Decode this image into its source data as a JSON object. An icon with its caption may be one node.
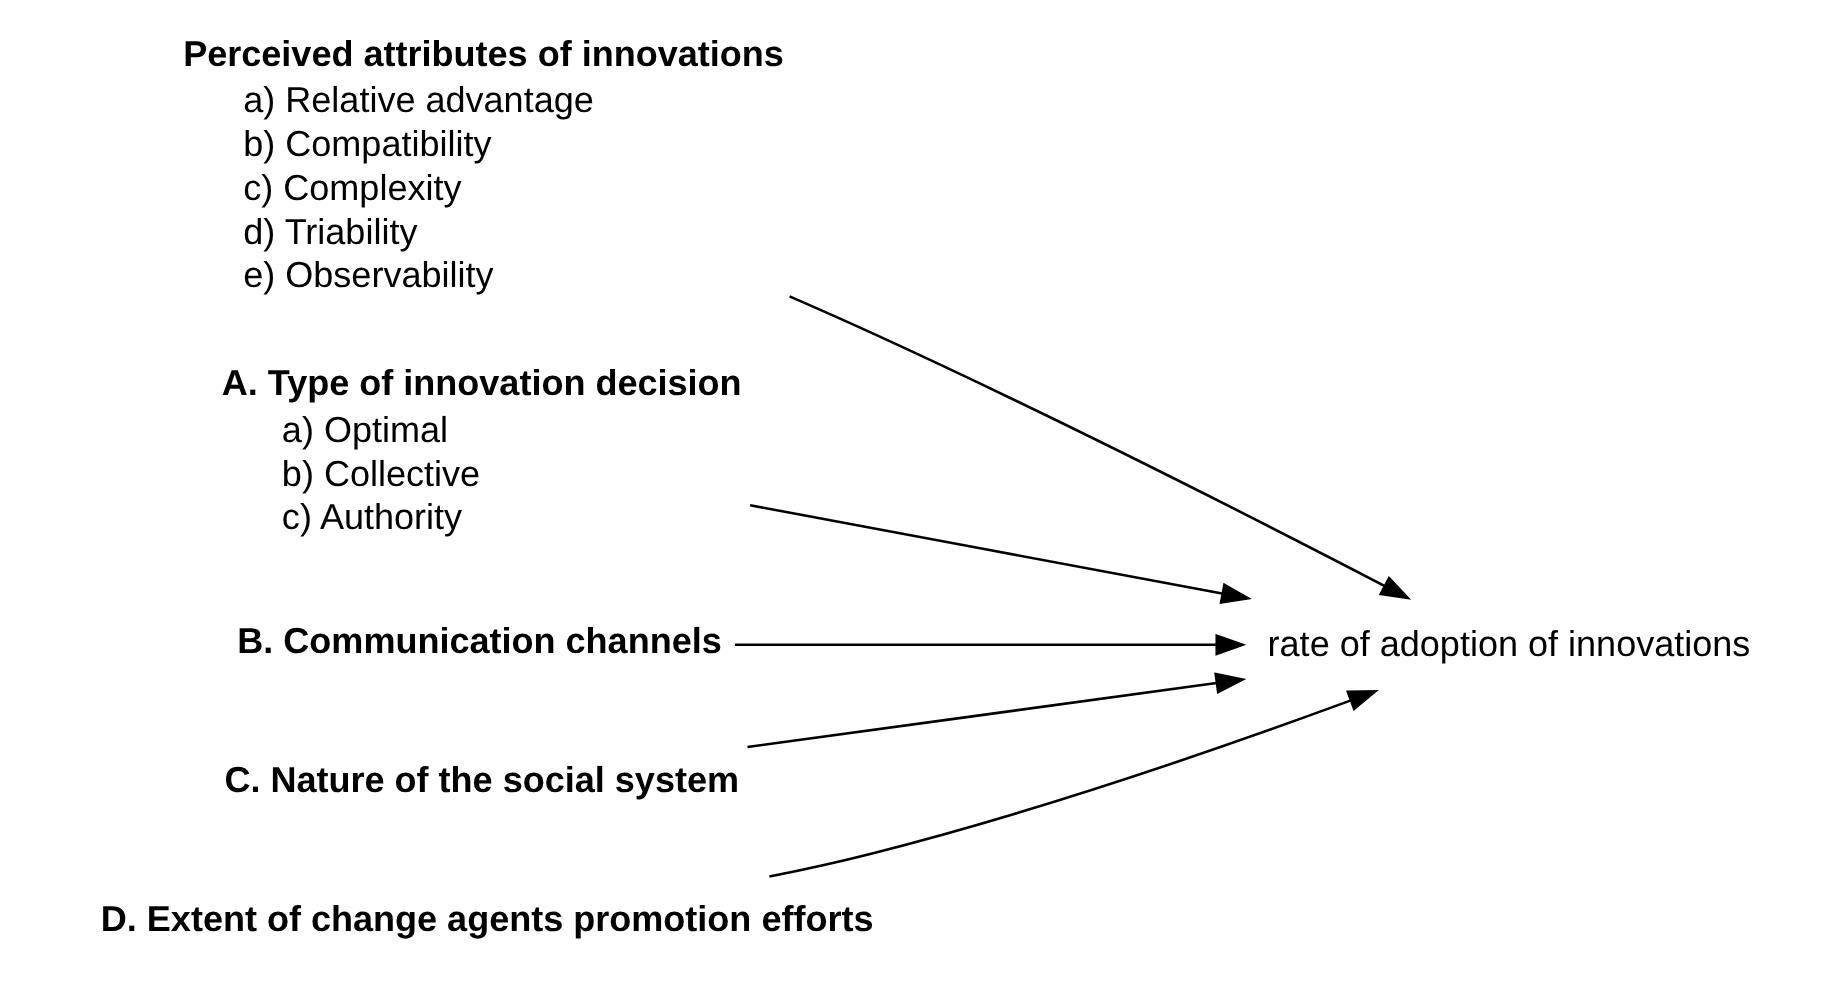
{
  "diagram": {
    "nodes": [
      {
        "text": [
          "Perceived attributes of innovations",
          "a) Relative advantage",
          "b) Compatibility",
          "c) Complexity",
          "d) Triability",
          "e) Observability"
        ]
      },
      {
        "text": [
          "A. Type of innovation decision",
          "a) Optimal",
          "b) Collective",
          "c) Authority"
        ]
      },
      {
        "text": [
          "B. Communication channels"
        ]
      },
      {
        "text": [
          "C. Nature of the social system"
        ]
      },
      {
        "text": [
          "D. Extent of change agents promotion efforts"
        ]
      },
      {
        "text": [
          "rate of adoption of innovations"
        ]
      }
    ],
    "edges": [
      {
        "from": 0,
        "to": 5,
        "arrow": "to"
      },
      {
        "from": 1,
        "to": 5,
        "arrow": "to"
      },
      {
        "from": 2,
        "to": 5,
        "arrow": "to"
      },
      {
        "from": 3,
        "to": 5,
        "arrow": "to"
      },
      {
        "from": 4,
        "to": 5,
        "arrow": "to"
      }
    ]
  }
}
